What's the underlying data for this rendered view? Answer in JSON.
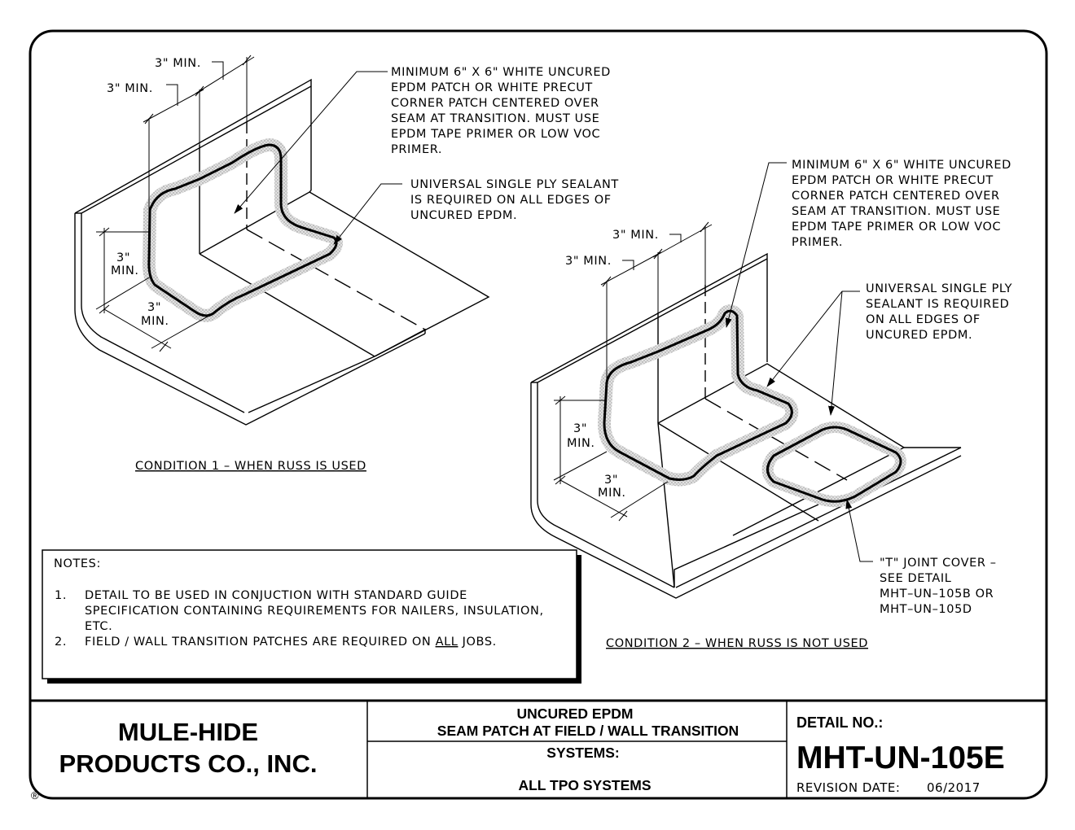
{
  "condition1": {
    "caption": "CONDITION 1 – WHEN RUSS IS USED",
    "dim_3min_upper": "3\" MIN.",
    "dim_3min_mid": "3\" MIN.",
    "dim_side_3": "3\"",
    "dim_side_min": "MIN.",
    "dim_bottom_3": "3\"",
    "dim_bottom_min": "MIN.",
    "patch_note": [
      "MINIMUM 6\" X 6\" WHITE UNCURED",
      "EPDM PATCH OR WHITE PRECUT",
      "CORNER PATCH CENTERED OVER",
      "SEAM AT TRANSITION.  MUST USE",
      "EPDM TAPE PRIMER OR LOW VOC",
      "PRIMER."
    ],
    "sealant_note": [
      "UNIVERSAL SINGLE PLY SEALANT",
      "IS REQUIRED ON ALL EDGES OF",
      "UNCURED EPDM."
    ]
  },
  "condition2": {
    "caption": "CONDITION 2 – WHEN RUSS IS NOT USED",
    "dim_3min_upper": "3\" MIN.",
    "dim_3min_mid": "3\" MIN.",
    "dim_side_3": "3\"",
    "dim_side_min": "MIN.",
    "dim_bottom_3": "3\"",
    "dim_bottom_min": "MIN.",
    "patch_note": [
      "MINIMUM 6\" X 6\" WHITE UNCURED",
      "EPDM PATCH OR WHITE PRECUT",
      "CORNER PATCH CENTERED OVER",
      "SEAM AT TRANSITION.  MUST USE",
      "EPDM TAPE PRIMER OR LOW VOC",
      "PRIMER."
    ],
    "sealant_note": [
      "UNIVERSAL SINGLE PLY",
      "SEALANT IS REQUIRED",
      "ON ALL EDGES OF",
      "UNCURED EPDM."
    ],
    "tjoint_note": [
      "\"T\" JOINT COVER –",
      "SEE DETAIL",
      "MHT–UN–105B OR",
      "MHT–UN–105D"
    ]
  },
  "notes": {
    "heading": "NOTES:",
    "n1_num": "1.",
    "n1_lines": [
      "DETAIL TO BE USED IN CONJUCTION WITH STANDARD GUIDE",
      "SPECIFICATION CONTAINING REQUIREMENTS FOR NAILERS, INSULATION,",
      "ETC."
    ],
    "n2_num": "2.",
    "n2_pre": "FIELD / WALL TRANSITION PATCHES ARE REQUIRED ON ",
    "n2_underlined": "ALL",
    "n2_post": " JOBS."
  },
  "title_block": {
    "company_line1": "MULE-HIDE",
    "company_line2": "PRODUCTS CO., INC.",
    "registered_mark": "®",
    "title_line1": "UNCURED EPDM",
    "title_line2": "SEAM PATCH AT FIELD / WALL TRANSITION",
    "systems_label": "SYSTEMS:",
    "systems_value": "ALL TPO SYSTEMS",
    "detail_label": "DETAIL NO.:",
    "detail_number": "MHT-UN-105E",
    "revision_label": "REVISION DATE:",
    "revision_date": "06/2017"
  }
}
